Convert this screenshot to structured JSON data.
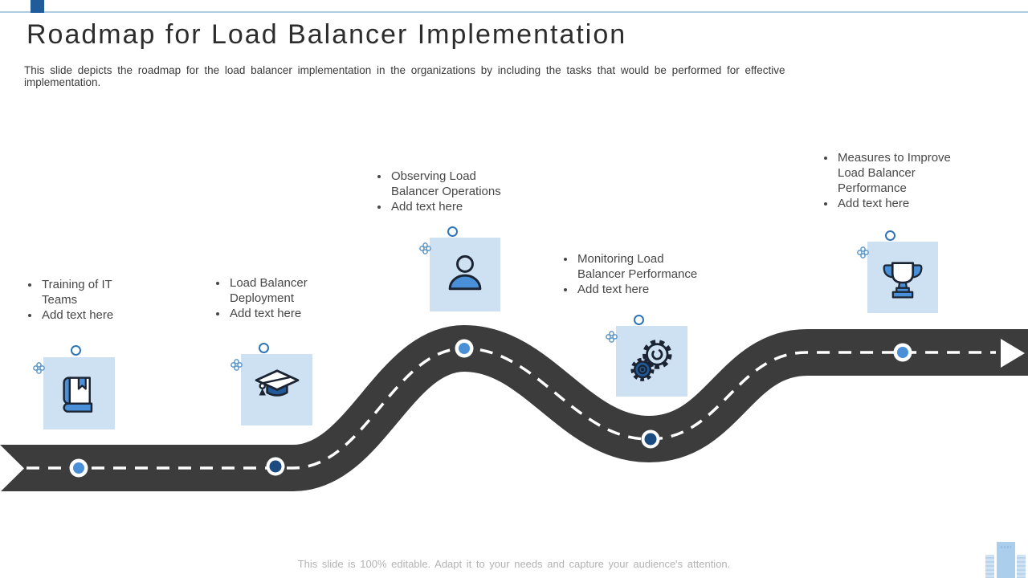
{
  "slide": {
    "title": "Roadmap for Load Balancer Implementation",
    "subtitle": "This slide depicts the roadmap for the load balancer implementation in the organizations by including the tasks that would be performed for effective implementation.",
    "footer": "This slide is 100% editable. Adapt it to your needs and capture your audience's attention."
  },
  "colors": {
    "accent_square": "#1F5C99",
    "accent_line": "#AECBE4",
    "title_text": "#2D2D2D",
    "body_text": "#474747",
    "footer_text": "#B3B3B3",
    "road": "#3C3C3C",
    "road_line": "#FFFFFF",
    "card_bg": "#CDE1F3",
    "icon_outline": "#1B2433",
    "icon_blue": "#4A90D9",
    "icon_dark_blue": "#215A96",
    "dot_light": "#4A90D9",
    "dot_dark": "#1C4B80",
    "decor": "#2E75B6"
  },
  "milestones": [
    {
      "label": "Training of IT Teams",
      "note": "Add text here",
      "icon": "book-icon",
      "dot": "light"
    },
    {
      "label": "Load Balancer Deployment",
      "note": "Add text here",
      "icon": "graduation-cap-icon",
      "dot": "dark"
    },
    {
      "label": "Observing Load Balancer Operations",
      "note": "Add text here",
      "icon": "person-icon",
      "dot": "light"
    },
    {
      "label": "Monitoring Load Balancer Performance",
      "note": "Add text here",
      "icon": "gears-icon",
      "dot": "dark"
    },
    {
      "label": "Measures to Improve Load Balancer Performance",
      "note": "Add text here",
      "icon": "trophy-icon",
      "dot": "light"
    }
  ]
}
